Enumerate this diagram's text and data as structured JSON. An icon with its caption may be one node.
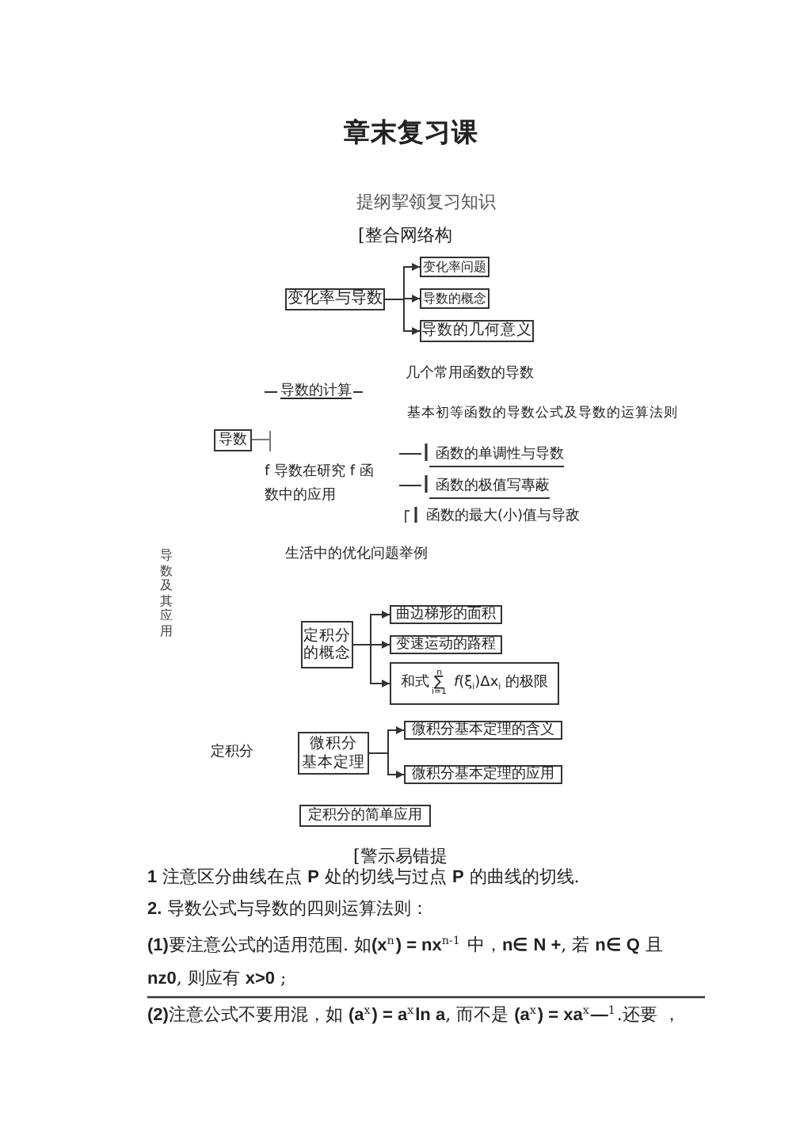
{
  "diagram": {
    "title": "章末复习课",
    "nodes": [
      {
        "text": [
          "变化率与导数"
        ]
      },
      {
        "text": [
          "变化率问题"
        ]
      },
      {
        "text": [
          "导数的概念"
        ]
      },
      {
        "text": [
          "导数的几何意义"
        ]
      },
      {
        "text": [
          "导数"
        ]
      },
      {
        "text": [
          "定积分的概念"
        ]
      },
      {
        "text": [
          "曲边梯形的面积"
        ]
      },
      {
        "text": [
          "变速运动的路程"
        ]
      },
      {
        "text": [
          "和式 ∑$^{n}$$_{i=1}$ *f*(ξ$_{i}$)Δx$_{i}$ 的极限"
        ]
      },
      {
        "text": [
          "微积分基本定理"
        ]
      },
      {
        "text": [
          "微积分基本定理的含义"
        ]
      },
      {
        "text": [
          "微积分基本定理的应用"
        ]
      },
      {
        "text": [
          "定积分的简单应用"
        ]
      }
    ],
    "edges": [
      {
        "from": 0,
        "to": 1,
        "arrow": "to"
      },
      {
        "from": 0,
        "to": 2,
        "arrow": "to"
      },
      {
        "from": 0,
        "to": 3,
        "arrow": "to"
      },
      {
        "from": 5,
        "to": 6,
        "arrow": "to"
      },
      {
        "from": 5,
        "to": 7,
        "arrow": "to"
      },
      {
        "from": 5,
        "to": 8,
        "arrow": "to"
      },
      {
        "from": 9,
        "to": 10,
        "arrow": "to"
      },
      {
        "from": 9,
        "to": 11,
        "arrow": "to"
      }
    ],
    "labels": [
      "提纲挈领复习知识",
      "[整合网络构",
      "几个常用函数的导数",
      "导数的计算",
      "基本初等函数的导数公式及导数的运算法则",
      "函数的单调性与导数",
      "f 导数在研究 f 函数中的应用",
      "函数的极值写專蔽",
      "函数的最大(小)值与导敌",
      "导数及其应用",
      "生活中的优化问题举例",
      "定积分",
      "[警示易错提",
      "**1** 注意区分曲线在点 **P** 处的切线与过点 **P** 的曲线的切线.",
      "**2.** 导数公式与导数的四则运算法则：",
      "**(1)**要注意公式的适用范围. 如**(x**$^{n}$**) = nx**$^{n-1}$ 中，**n∈ N +**, 若 **n∈ Q** 且 **nz0**, 则应有 **x>0** ;",
      "**(2)**注意公式不要用混，如 **(a**$^{x}$**) = a**$^{x}$**ln a**, 而不是 **(a**$^{x}$**) = xa**$^{x}$**—**$^{1}$.还要 ，"
    ]
  }
}
